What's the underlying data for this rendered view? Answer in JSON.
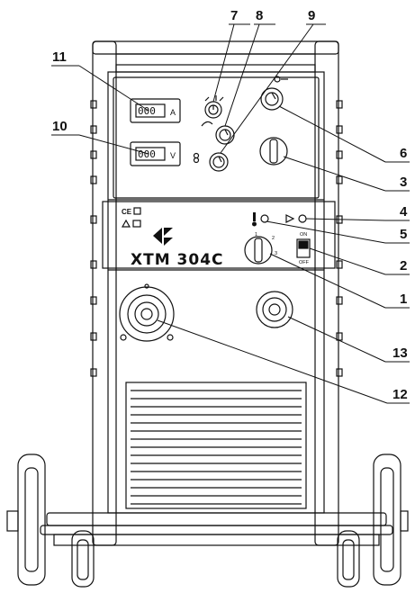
{
  "callouts": {
    "c1": "1",
    "c2": "2",
    "c3": "3",
    "c4": "4",
    "c5": "5",
    "c6": "6",
    "c7": "7",
    "c8": "8",
    "c9": "9",
    "c10": "10",
    "c11": "11",
    "c12": "12",
    "c13": "13"
  },
  "panel": {
    "brand": "XTM 304C",
    "ce_mark": "CE",
    "ammeter": {
      "digits": "000",
      "unit": "A"
    },
    "voltmeter": {
      "digits": "000",
      "unit": "V"
    },
    "switch": {
      "on_label": "ON",
      "off_label": "OFF"
    },
    "selector_marks": {
      "s1": "1",
      "s2": "2",
      "s3": "3"
    }
  }
}
